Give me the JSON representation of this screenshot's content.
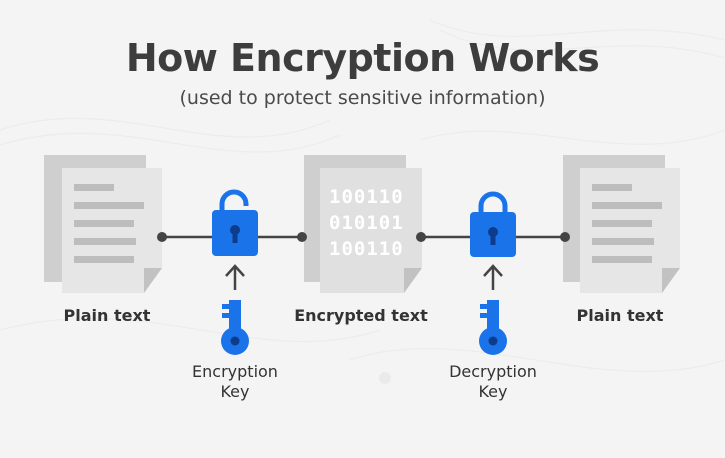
{
  "header": {
    "title": "How Encryption Works",
    "subtitle": "(used to protect sensitive information)"
  },
  "stages": {
    "plain_left_label": "Plain text",
    "encrypted_label": "Encrypted text",
    "plain_right_label": "Plain text"
  },
  "encrypted_bits": [
    "100110",
    "010101",
    "100110"
  ],
  "keys": {
    "encryption": {
      "line1": "Encryption",
      "line2": "Key"
    },
    "decryption": {
      "line1": "Decryption",
      "line2": "Key"
    }
  },
  "colors": {
    "accent_blue": "#1a73e8",
    "doc_back": "#cfcfcf",
    "doc_front": "#e6e6e6",
    "doc_lines": "#bdbdbd",
    "connector": "#444444"
  }
}
